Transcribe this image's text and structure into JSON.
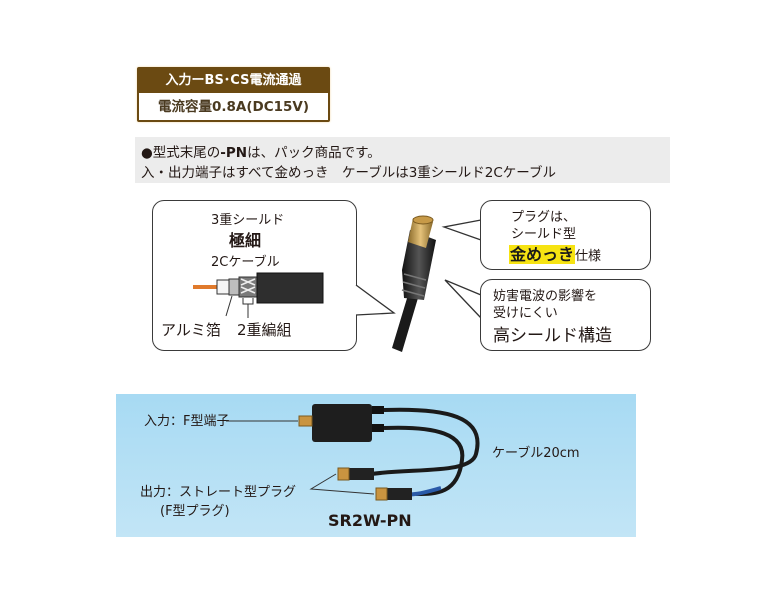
{
  "spec_box": {
    "header": "入力ーBS･CS電流通過",
    "body": "電流容量0.8A(DC15V)",
    "header_bg": "#6b4a12"
  },
  "note": {
    "line1_prefix": "●型式末尾の",
    "line1_bold": "-PN",
    "line1_suffix": "は、パック商品です。",
    "line2": "入・出力端子はすべて金めっき　ケーブルは3重シールド2Cケーブル"
  },
  "cable_bubble": {
    "line1": "3重シールド",
    "line2": "極細",
    "line3": "2Cケーブル",
    "label_foil": "アルミ箔",
    "label_braid": "2重編組"
  },
  "plug_bubble": {
    "line1": "プラグは、",
    "line2": "シールド型",
    "highlight": "金めっき",
    "suffix": "仕様",
    "highlight_color": "#f6e312"
  },
  "shield_bubble": {
    "line1": "妨害電波の影響を",
    "line2": "受けにくい",
    "line3": "高シールド構造"
  },
  "product_panel": {
    "input_label": "入力：F型端子",
    "output_label": "出力：ストレート型プラグ",
    "output_sub": "(F型プラグ)",
    "cable_label": "ケーブル20cm",
    "model": "SR2W-PN",
    "bg_color": "#b4dff4"
  }
}
